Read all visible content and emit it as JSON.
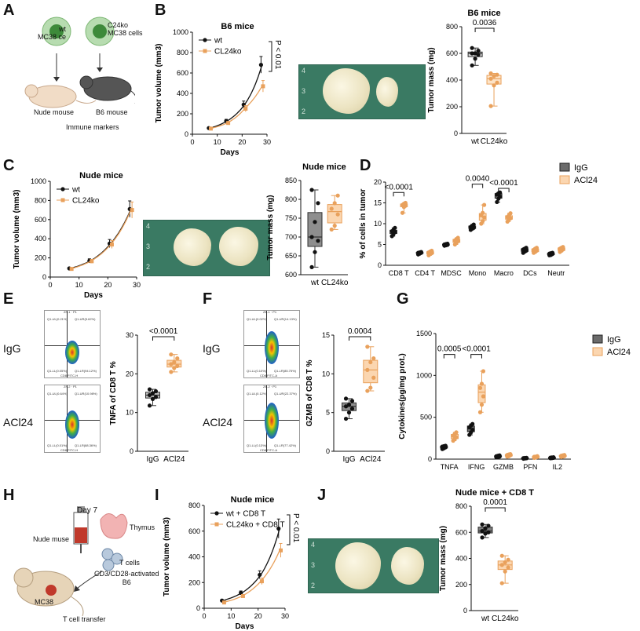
{
  "panels": {
    "A": {
      "label": "A",
      "wt_label": "wt\nMC38 ce",
      "ko_label": "C24ko\nMC38 cells",
      "nude": "Nude mouse",
      "b6": "B6 mouse",
      "immune": "Immune markers"
    },
    "B": {
      "label": "B",
      "title": "B6 mice",
      "ylabel": "Tumor volume (mm3)",
      "xlabel": "Days",
      "pval": "P < 0.01",
      "legend": [
        "wt",
        "CL24ko"
      ],
      "yticks": [
        "0",
        "200",
        "400",
        "600",
        "800",
        "1000"
      ],
      "xticks": [
        "0",
        "10",
        "20",
        "30"
      ],
      "mass_title": "B6 mice",
      "mass_ylabel": "Tumor mass (mg)",
      "mass_yticks": [
        "0",
        "200",
        "400",
        "600",
        "800"
      ],
      "mass_p": "0.0036",
      "mass_cats": [
        "wt",
        "CL24ko"
      ]
    },
    "C": {
      "label": "C",
      "title": "Nude mice",
      "ylabel": "Tumor volume (mm3)",
      "xlabel": "Days",
      "legend": [
        "wt",
        "CL24ko"
      ],
      "yticks": [
        "0",
        "200",
        "400",
        "600",
        "800",
        "1000"
      ],
      "xticks": [
        "0",
        "10",
        "20",
        "30"
      ],
      "mass_title": "Nude mice",
      "mass_ylabel": "Tumor mass (mg)",
      "mass_yticks": [
        "600",
        "650",
        "700",
        "750",
        "800",
        "850"
      ],
      "mass_cats": [
        "wt",
        "CL24ko"
      ]
    },
    "D": {
      "label": "D",
      "ylabel": "% of cells in tumor",
      "yticks": [
        "0",
        "5",
        "10",
        "15",
        "20"
      ],
      "legend": [
        "IgG",
        "ACl24"
      ],
      "cats": [
        "CD8 T",
        "CD4 T",
        "MDSC",
        "Mono",
        "Macro",
        "DCs",
        "Neutr"
      ],
      "pvals": [
        "<0.0001",
        "0.0040",
        "<0.0001"
      ]
    },
    "E": {
      "label": "E",
      "row_labels": [
        "IgG",
        "ACl24"
      ],
      "ylabel": "TNFA of CD8 T %",
      "yticks": [
        "0",
        "10",
        "20",
        "30"
      ],
      "p": "<0.0001",
      "cats": [
        "IgG",
        "ACl24"
      ],
      "gates_top": [
        "Q1-UL(0.21%)",
        "Q1-UR(5.62%)",
        "Q1-LL(0.05%)",
        "Q1-LR(94.12%)"
      ],
      "gates_bot": [
        "Q1-UL(0.64%)",
        "Q1-UR(10.98%)",
        "Q1-LL(0.01%)",
        "Q1-LR(88.36%)"
      ],
      "flow_xlabel": "CD8 FITC-H",
      "flow_ylabel": "TNFA PE-Cy7-A",
      "flow_title_top": "ZF-1 · P1",
      "flow_title_bot": "ZF-2 · P1"
    },
    "F": {
      "label": "F",
      "row_labels": [
        "IgG",
        "ACl24"
      ],
      "ylabel": "GZMB of CD8 T %",
      "yticks": [
        "0",
        "5",
        "10",
        "15"
      ],
      "p": "0.0004",
      "cats": [
        "IgG",
        "ACl24"
      ],
      "gates_top": [
        "Q1-UL(0.02%)",
        "Q1-UR(14.13%)",
        "Q1-LL(0.10%)",
        "Q1-LR(85.75%)"
      ],
      "gates_bot": [
        "Q1-UL(0.12%)",
        "Q1-UR(22.37%)",
        "Q1-LL(0.13%)",
        "Q1-LR(77.42%)"
      ],
      "flow_xlabel": "CD8 FITC-A",
      "flow_ylabel": "GZMB PE-A",
      "flow_title_top": "ZE-1 · P1",
      "flow_title_bot": "ZE-2 · P1"
    },
    "G": {
      "label": "G",
      "ylabel": "Cytokines(pg/mg prot.)",
      "yticks": [
        "0",
        "500",
        "1000",
        "1500"
      ],
      "legend": [
        "IgG",
        "ACl24"
      ],
      "cats": [
        "TNFA",
        "IFNG",
        "GZMB",
        "PFN",
        "IL2"
      ],
      "pvals": [
        "0.0005",
        "<0.0001"
      ]
    },
    "H": {
      "label": "H",
      "day": "Day 7",
      "nude": "Nude muse",
      "thymus": "Thymus",
      "tcells": "T cells",
      "activated": "CD3/CD28-activated\nB6",
      "mc38": "MC38",
      "transfer": "T cell transfer"
    },
    "I": {
      "label": "I",
      "title": "Nude mice",
      "ylabel": "Tumor volume (mm3)",
      "xlabel": "Days",
      "pval": "P < 0.01",
      "legend": [
        "wt + CD8 T",
        "CL24ko + CD8 T"
      ],
      "yticks": [
        "0",
        "200",
        "400",
        "600",
        "800"
      ],
      "xticks": [
        "0",
        "10",
        "20",
        "30"
      ]
    },
    "J": {
      "label": "J",
      "title": "Nude mice + CD8 T",
      "ylabel": "Tumor mass (mg)",
      "yticks": [
        "0",
        "200",
        "400",
        "600",
        "800"
      ],
      "p": "0.0001",
      "cats": [
        "wt",
        "CL24ko"
      ]
    },
    "photos": {
      "ruler": [
        "4",
        "3",
        "2"
      ]
    }
  },
  "chart_data": [
    {
      "id": "B-growth",
      "type": "line",
      "x": [
        7,
        14,
        21,
        28
      ],
      "series": [
        {
          "name": "wt",
          "values": [
            60,
            130,
            290,
            680
          ]
        },
        {
          "name": "CL24ko",
          "values": [
            55,
            110,
            250,
            470
          ]
        }
      ],
      "xlim": [
        0,
        30
      ],
      "ylim": [
        0,
        1000
      ]
    },
    {
      "id": "B-mass",
      "type": "box",
      "categories": [
        "wt",
        "CL24ko"
      ],
      "values": [
        [
          510,
          560,
          590,
          600,
          600,
          620,
          640
        ],
        [
          205,
          360,
          380,
          410,
          430,
          440,
          450
        ]
      ],
      "ylim": [
        0,
        800
      ]
    },
    {
      "id": "C-growth",
      "type": "line",
      "x": [
        7,
        14,
        21,
        28
      ],
      "series": [
        {
          "name": "wt",
          "values": [
            90,
            170,
            350,
            710
          ]
        },
        {
          "name": "CL24ko",
          "values": [
            85,
            165,
            340,
            700
          ]
        }
      ],
      "xlim": [
        0,
        30
      ],
      "ylim": [
        0,
        1000
      ]
    },
    {
      "id": "C-mass",
      "type": "box",
      "categories": [
        "wt",
        "CL24ko"
      ],
      "values": [
        [
          620,
          660,
          690,
          700,
          740,
          790,
          825
        ],
        [
          720,
          730,
          760,
          775,
          790,
          810
        ]
      ],
      "ylim": [
        600,
        850
      ]
    },
    {
      "id": "D",
      "type": "box",
      "categories": [
        "CD8 T",
        "CD4 T",
        "MDSC",
        "Mono",
        "Macro",
        "DCs",
        "Neutr"
      ],
      "series": [
        {
          "name": "IgG",
          "values": [
            [
              7,
              7.5,
              8,
              8.2,
              8.5,
              9
            ],
            [
              2.6,
              2.8,
              3,
              3,
              3.1,
              3.2
            ],
            [
              4.7,
              4.8,
              4.9,
              5,
              5.1,
              5.2
            ],
            [
              8.5,
              8.8,
              9,
              9.2,
              9.5,
              9.8
            ],
            [
              15.2,
              16,
              16.5,
              17,
              17.3,
              17.5
            ],
            [
              3,
              3.3,
              3.5,
              3.8,
              4,
              4.2
            ],
            [
              2.4,
              2.5,
              2.7,
              2.8,
              2.9,
              3
            ]
          ]
        },
        {
          "name": "ACl24",
          "values": [
            [
              12.6,
              14,
              14.3,
              14.5,
              14.8,
              15
            ],
            [
              2.4,
              2.7,
              2.9,
              3.1,
              3.3,
              3.5
            ],
            [
              5,
              5.4,
              5.8,
              6,
              6.3,
              6.6
            ],
            [
              10,
              10.6,
              11.5,
              12,
              12.6,
              14.5
            ],
            [
              10.5,
              11,
              11.3,
              11.6,
              12,
              12.5
            ],
            [
              3,
              3.2,
              3.5,
              3.7,
              4,
              4.2
            ],
            [
              3.2,
              3.5,
              3.8,
              4,
              4.2,
              4.4
            ]
          ]
        }
      ],
      "ylim": [
        0,
        20
      ]
    },
    {
      "id": "E",
      "type": "box",
      "categories": [
        "IgG",
        "ACl24"
      ],
      "values": [
        [
          11.8,
          13.5,
          14,
          14.5,
          15,
          15.5,
          16
        ],
        [
          20.5,
          21.5,
          22,
          22.5,
          23,
          24,
          25
        ]
      ],
      "ylim": [
        0,
        30
      ]
    },
    {
      "id": "F",
      "type": "box",
      "categories": [
        "IgG",
        "ACl24"
      ],
      "values": [
        [
          4.2,
          5,
          5.5,
          5.8,
          6,
          6.5,
          6.8
        ],
        [
          7.8,
          8.2,
          9.5,
          10.5,
          11.5,
          12,
          13.5
        ]
      ],
      "ylim": [
        0,
        15
      ]
    },
    {
      "id": "G",
      "type": "box",
      "categories": [
        "TNFA",
        "IFNG",
        "GZMB",
        "PFN",
        "IL2"
      ],
      "series": [
        {
          "name": "IgG",
          "values": [
            [
              120,
              130,
              140,
              150,
              155,
              160
            ],
            [
              290,
              320,
              350,
              380,
              400,
              420
            ],
            [
              20,
              25,
              30,
              35,
              40,
              45
            ],
            [
              5,
              8,
              10,
              12,
              14,
              15
            ],
            [
              10,
              12,
              15,
              18,
              20,
              22
            ]
          ]
        },
        {
          "name": "ACl24",
          "values": [
            [
              220,
              240,
              260,
              280,
              300,
              320
            ],
            [
              560,
              650,
              750,
              850,
              900,
              1050
            ],
            [
              30,
              35,
              45,
              50,
              55,
              60
            ],
            [
              15,
              20,
              25,
              28,
              30,
              35
            ],
            [
              25,
              30,
              35,
              40,
              45,
              50
            ]
          ]
        }
      ],
      "ylim": [
        0,
        1500
      ]
    },
    {
      "id": "I",
      "type": "line",
      "x": [
        7,
        14,
        21,
        28
      ],
      "series": [
        {
          "name": "wt + CD8 T",
          "values": [
            60,
            120,
            260,
            620
          ]
        },
        {
          "name": "CL24ko + CD8 T",
          "values": [
            45,
            95,
            210,
            450
          ]
        }
      ],
      "xlim": [
        0,
        30
      ],
      "ylim": [
        0,
        800
      ]
    },
    {
      "id": "J",
      "type": "box",
      "categories": [
        "wt",
        "CL24ko"
      ],
      "values": [
        [
          560,
          590,
          600,
          610,
          630,
          650,
          660
        ],
        [
          210,
          300,
          330,
          350,
          370,
          390,
          420
        ]
      ],
      "ylim": [
        0,
        800
      ]
    }
  ]
}
